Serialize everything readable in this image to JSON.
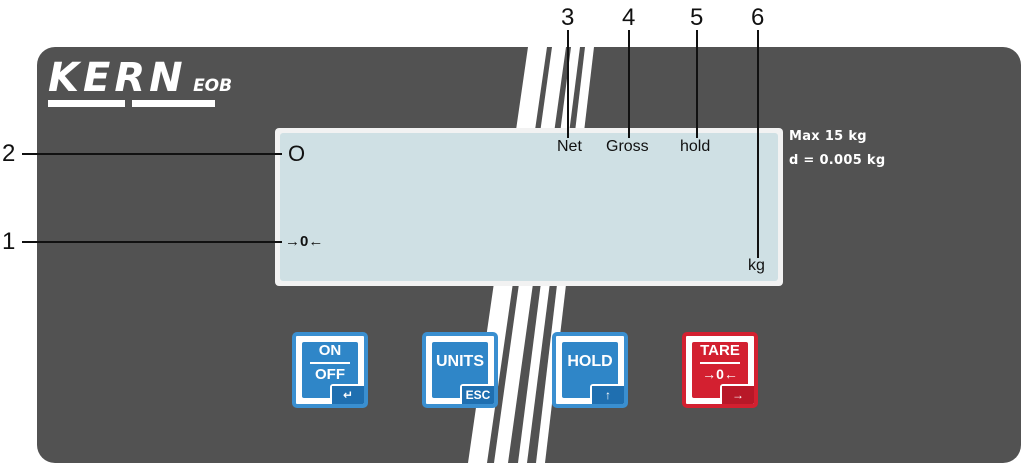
{
  "brand": {
    "name": "KERN",
    "model": "EOB"
  },
  "specs": {
    "max": "Max 15 kg",
    "d": "d = 0.005 kg"
  },
  "display": {
    "stability_symbol": "O",
    "zero_symbol": "→0←",
    "net": "Net",
    "gross": "Gross",
    "hold": "hold",
    "unit": "kg"
  },
  "callouts": [
    "1",
    "2",
    "3",
    "4",
    "5",
    "6"
  ],
  "keys": {
    "on_off": {
      "top": "ON",
      "bottom": "OFF",
      "corner": "↵"
    },
    "units": {
      "label": "UNITS",
      "corner": "ESC"
    },
    "hold": {
      "label": "HOLD",
      "corner": "↑"
    },
    "tare": {
      "top": "TARE",
      "bottom": "→0←",
      "corner": "→"
    }
  },
  "colors": {
    "panel": "#525252",
    "lcd": "#cfe0e4",
    "key_blue": "#2f86c8",
    "key_red": "#d32030"
  }
}
